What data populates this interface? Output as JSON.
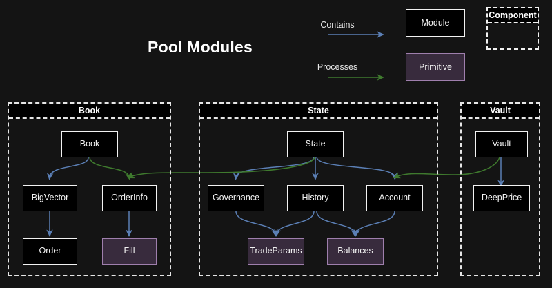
{
  "title": "Pool Modules",
  "background_color": "#141414",
  "colors": {
    "module_fill": "#000000",
    "module_border": "#f2f2f2",
    "primitive_fill": "#382b3d",
    "primitive_border": "#9f7fad",
    "contains_arrow": "#5b7fb5",
    "processes_arrow": "#3f7a2e",
    "group_border": "#e6e6e6",
    "text": "#f2f2f2"
  },
  "legend": {
    "contains_label": "Contains",
    "processes_label": "Processes",
    "module_label": "Module",
    "primitive_label": "Primitive",
    "component_label": "Component"
  },
  "groups": [
    {
      "id": "book",
      "label": "Book"
    },
    {
      "id": "state",
      "label": "State"
    },
    {
      "id": "vault",
      "label": "Vault"
    }
  ],
  "nodes": [
    {
      "id": "book",
      "label": "Book",
      "type": "module",
      "group": "book"
    },
    {
      "id": "bigvector",
      "label": "BigVector",
      "type": "module",
      "group": "book"
    },
    {
      "id": "orderinfo",
      "label": "OrderInfo",
      "type": "module",
      "group": "book"
    },
    {
      "id": "order",
      "label": "Order",
      "type": "module",
      "group": "book"
    },
    {
      "id": "fill",
      "label": "Fill",
      "type": "primitive",
      "group": "book"
    },
    {
      "id": "state",
      "label": "State",
      "type": "module",
      "group": "state"
    },
    {
      "id": "governance",
      "label": "Governance",
      "type": "module",
      "group": "state"
    },
    {
      "id": "history",
      "label": "History",
      "type": "module",
      "group": "state"
    },
    {
      "id": "account",
      "label": "Account",
      "type": "module",
      "group": "state"
    },
    {
      "id": "tradeparams",
      "label": "TradeParams",
      "type": "primitive",
      "group": "state"
    },
    {
      "id": "balances",
      "label": "Balances",
      "type": "primitive",
      "group": "state"
    },
    {
      "id": "vault",
      "label": "Vault",
      "type": "module",
      "group": "vault"
    },
    {
      "id": "deepprice",
      "label": "DeepPrice",
      "type": "module",
      "group": "vault"
    }
  ],
  "edges": [
    {
      "from": "book",
      "to": "bigvector",
      "kind": "contains"
    },
    {
      "from": "book",
      "to": "orderinfo",
      "kind": "processes"
    },
    {
      "from": "bigvector",
      "to": "order",
      "kind": "contains"
    },
    {
      "from": "orderinfo",
      "to": "fill",
      "kind": "contains"
    },
    {
      "from": "state",
      "to": "governance",
      "kind": "contains"
    },
    {
      "from": "state",
      "to": "history",
      "kind": "contains"
    },
    {
      "from": "state",
      "to": "account",
      "kind": "contains"
    },
    {
      "from": "state",
      "to": "orderinfo",
      "kind": "processes"
    },
    {
      "from": "governance",
      "to": "tradeparams",
      "kind": "contains"
    },
    {
      "from": "history",
      "to": "tradeparams",
      "kind": "contains"
    },
    {
      "from": "history",
      "to": "balances",
      "kind": "contains"
    },
    {
      "from": "account",
      "to": "balances",
      "kind": "contains"
    },
    {
      "from": "vault",
      "to": "deepprice",
      "kind": "contains"
    },
    {
      "from": "vault",
      "to": "account",
      "kind": "processes"
    }
  ]
}
